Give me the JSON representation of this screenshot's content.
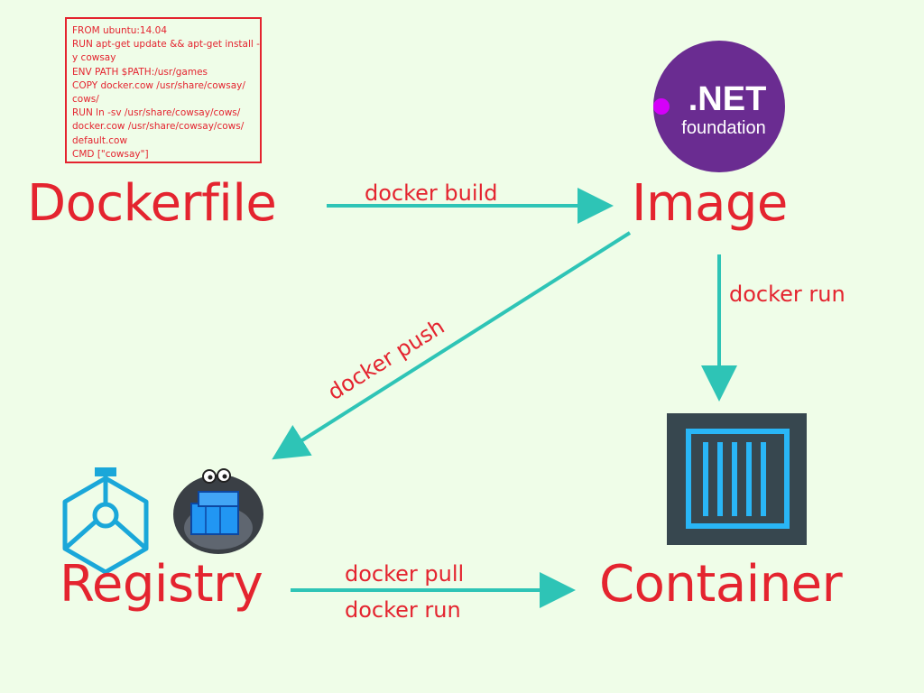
{
  "dockerfile_code": [
    "FROM ubuntu:14.04",
    "RUN apt-get update && apt-get install -",
    "y cowsay",
    "ENV PATH $PATH:/usr/games",
    "COPY docker.cow /usr/share/cowsay/",
    "cows/",
    "RUN ln -sv /usr/share/cowsay/cows/",
    "docker.cow /usr/share/cowsay/cows/",
    "default.cow",
    "CMD [\"cowsay\"]"
  ],
  "nodes": {
    "dockerfile": "Dockerfile",
    "image": "Image",
    "registry": "Registry",
    "container": "Container"
  },
  "edges": {
    "build": "docker build",
    "run_image": "docker run",
    "push": "docker push",
    "pull": "docker pull",
    "run_registry": "docker run"
  },
  "logos": {
    "net_main": ".NET",
    "net_sub": "foundation"
  },
  "colors": {
    "text": "#e4242f",
    "arrow": "#2ec4b6",
    "background": "#effde8",
    "net_purple": "#6a2c91",
    "container_dark": "#37474f",
    "container_blue": "#29b6f6"
  },
  "icons": [
    "net-foundation-logo",
    "helm-registry-icon",
    "registry-whale-icon",
    "container-icon"
  ]
}
